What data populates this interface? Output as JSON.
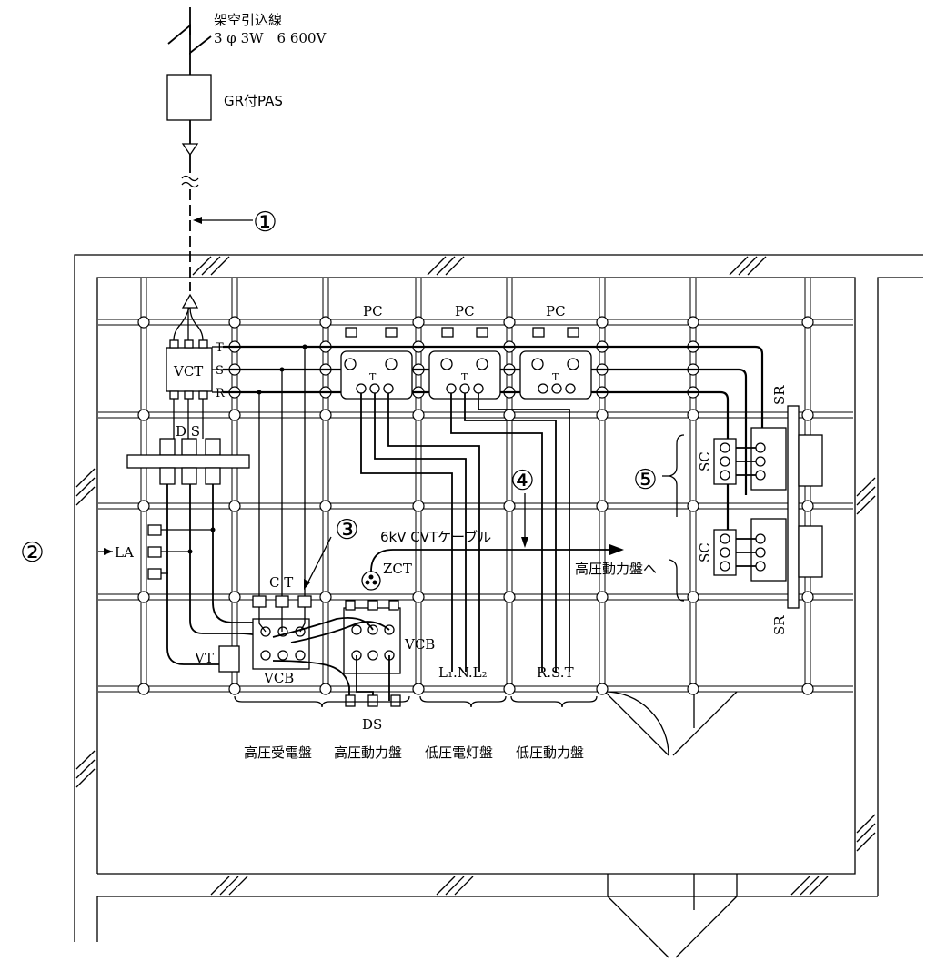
{
  "incoming": {
    "line_title": "架空引込線",
    "line_spec": "3 φ 3W　6 600V",
    "pas_label": "GR付PAS"
  },
  "callouts": {
    "c1": "①",
    "c2": "②",
    "c3": "③",
    "c4": "④",
    "c5": "⑤"
  },
  "equipment": {
    "vct": "VCT",
    "phase_t": "T",
    "phase_s": "S",
    "phase_r": "R",
    "ds_top": "D S",
    "ds_bottom": "DS",
    "la": "LA",
    "ct": "C T",
    "zct": "ZCT",
    "vt": "VT",
    "vcb1": "VCB",
    "vcb2": "VCB",
    "pc1": "PC",
    "pc2": "PC",
    "pc3": "PC",
    "t1": "T",
    "t2": "T",
    "t3": "T",
    "sc1": "SC",
    "sc2": "SC",
    "sr1": "SR",
    "sr2": "SR",
    "cable": "6kV CVTケーブル",
    "to_panel": "高圧動力盤へ",
    "lighting_lines": "L₁.N.L₂",
    "power_lines": "R.S.T"
  },
  "panels": {
    "p1": "高圧受電盤",
    "p2": "高圧動力盤",
    "p3": "低圧電灯盤",
    "p4": "低圧動力盤"
  }
}
